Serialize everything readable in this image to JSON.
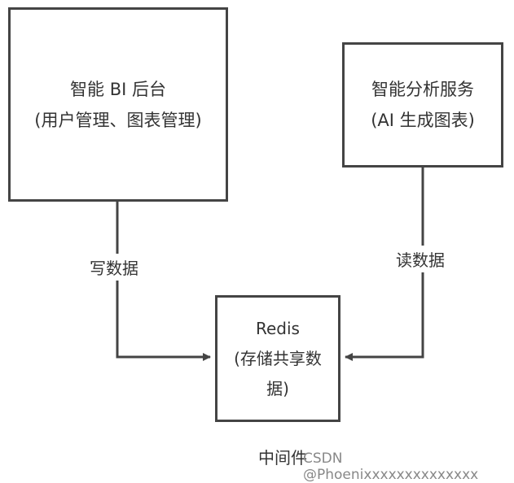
{
  "nodes": {
    "bi_backend": {
      "line1": "智能 BI 后台",
      "line2": "(用户管理、图表管理)"
    },
    "ai_service": {
      "line1": "智能分析服务",
      "line2": "(AI 生成图表)"
    },
    "redis": {
      "line1": "Redis",
      "line2": "(存储共享数",
      "line3": "据)"
    }
  },
  "edges": {
    "write": "写数据",
    "read": "读数据"
  },
  "caption": "中间件",
  "watermark": "CSDN @Phoenixxxxxxxxxxxxxx",
  "colors": {
    "stroke": "#444444",
    "text": "#333333"
  }
}
